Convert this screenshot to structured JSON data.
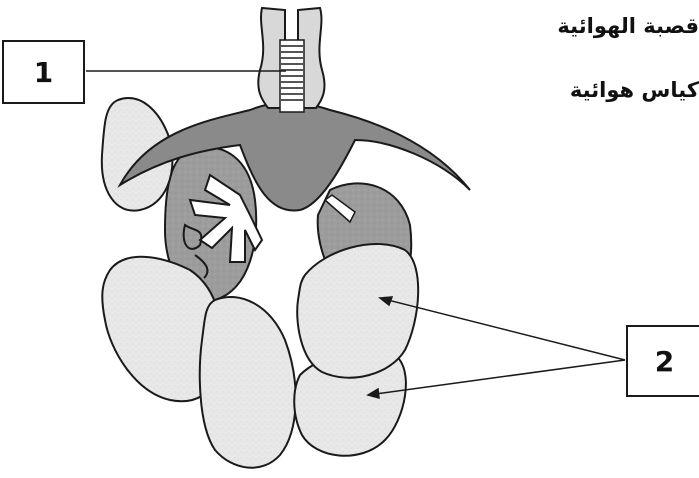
{
  "labels": {
    "label_1": "1",
    "label_2": "2"
  },
  "side_text": {
    "line1": "قصبة الهوائية",
    "line2": "كياس هوائية"
  },
  "colors": {
    "outline": "#1a1a1a",
    "bronchus_fill": "#8a8a8a",
    "lung_fill": "#9a9a9a",
    "air_sac_fill": "#e6e6e6",
    "trachea_rings": "#555555"
  }
}
